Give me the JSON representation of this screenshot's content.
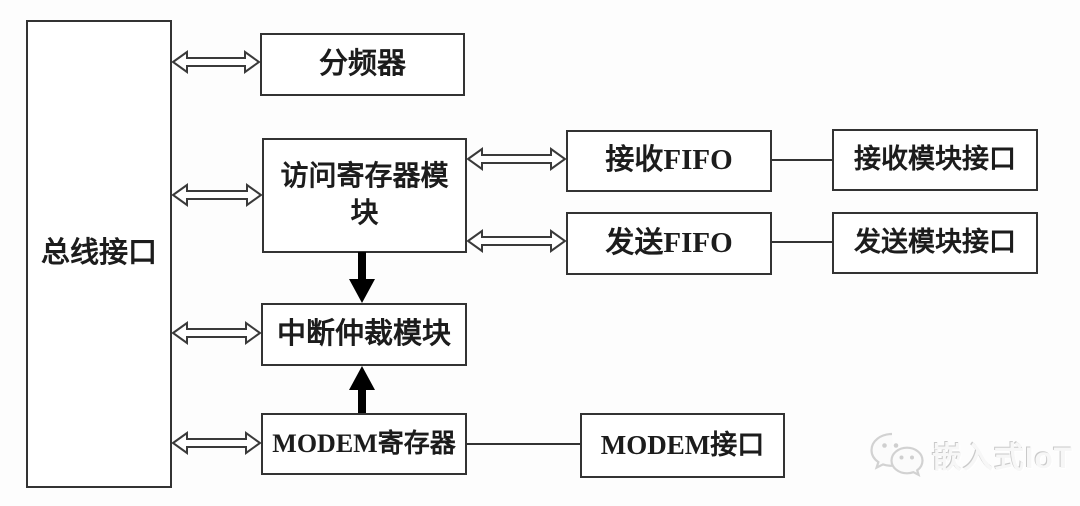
{
  "diagram": {
    "title_hint": "UART controller block diagram",
    "nodes": {
      "bus": {
        "label": "总线接口"
      },
      "divider": {
        "label": "分频器"
      },
      "reg_access": {
        "label": "访问寄存器模块"
      },
      "rx_fifo": {
        "label": "接收FIFO"
      },
      "rx_module_if": {
        "label": "接收模块接口"
      },
      "tx_fifo": {
        "label": "发送FIFO"
      },
      "tx_module_if": {
        "label": "发送模块接口"
      },
      "int_arbiter": {
        "label": "中断仲裁模块"
      },
      "modem_reg": {
        "label": "MODEM寄存器"
      },
      "modem_if": {
        "label": "MODEM接口"
      }
    },
    "edges": [
      {
        "from": "bus",
        "to": "divider",
        "type": "double-hollow-arrow"
      },
      {
        "from": "bus",
        "to": "reg_access",
        "type": "double-hollow-arrow"
      },
      {
        "from": "bus",
        "to": "int_arbiter",
        "type": "double-hollow-arrow"
      },
      {
        "from": "bus",
        "to": "modem_reg",
        "type": "double-hollow-arrow"
      },
      {
        "from": "reg_access",
        "to": "rx_fifo",
        "type": "double-hollow-arrow"
      },
      {
        "from": "reg_access",
        "to": "tx_fifo",
        "type": "double-hollow-arrow"
      },
      {
        "from": "reg_access",
        "to": "int_arbiter",
        "type": "solid-arrow-down"
      },
      {
        "from": "modem_reg",
        "to": "int_arbiter",
        "type": "solid-arrow-up"
      },
      {
        "from": "rx_fifo",
        "to": "rx_module_if",
        "type": "plain-line"
      },
      {
        "from": "tx_fifo",
        "to": "tx_module_if",
        "type": "plain-line"
      },
      {
        "from": "modem_reg",
        "to": "modem_if",
        "type": "plain-line"
      }
    ],
    "colors": {
      "background": "#fdfdfd",
      "box_fill": "#ffffff",
      "box_border": "#333333",
      "solid_arrow": "#000000",
      "watermark": "#e3e3e3"
    }
  },
  "watermark": {
    "icon": "wechat-icon",
    "text": "嵌入式IoT"
  }
}
